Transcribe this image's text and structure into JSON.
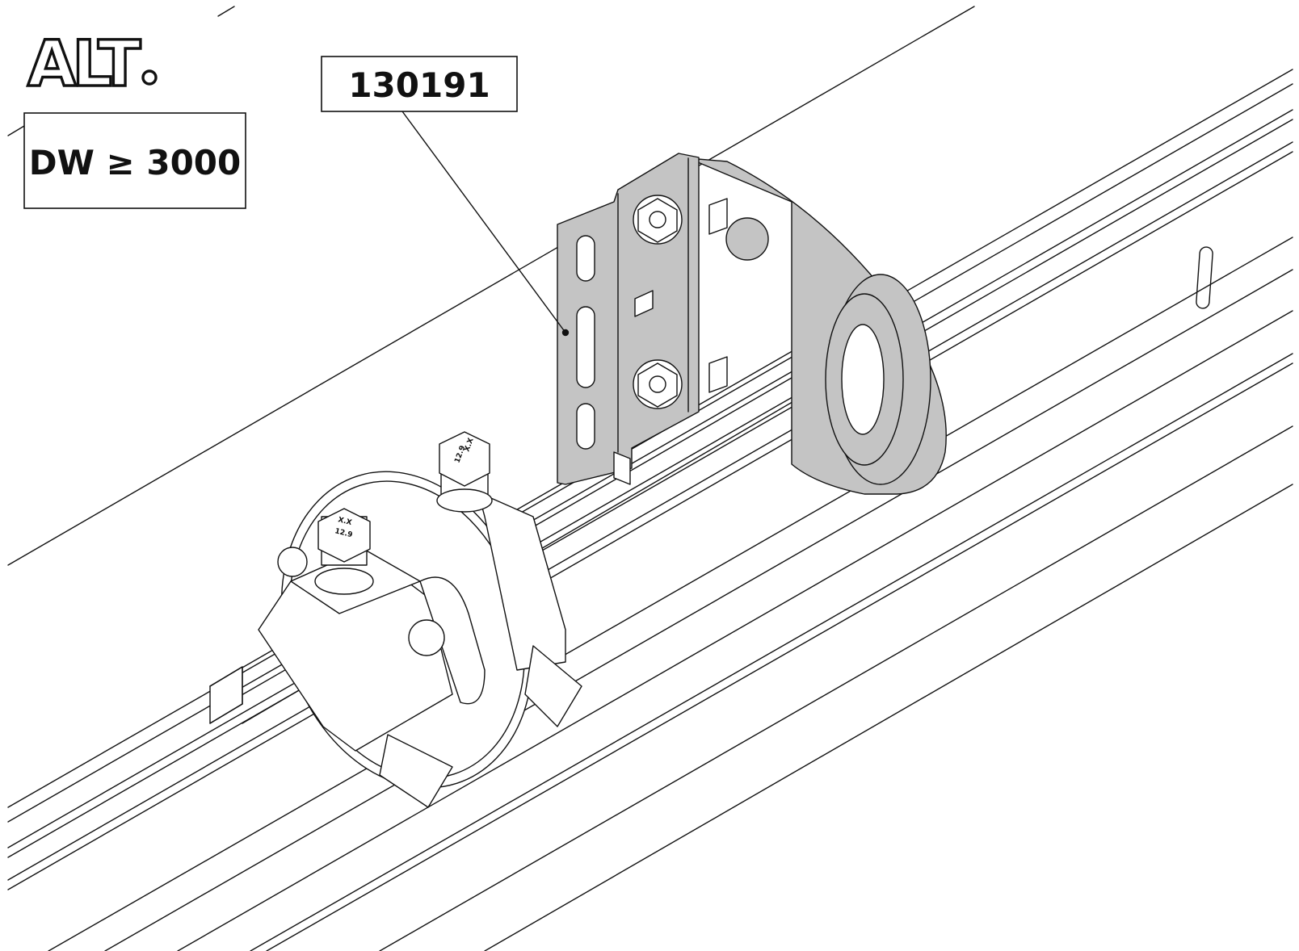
{
  "alt_label": "ALT",
  "part_number": "130191",
  "condition": "DW ≥ 3000",
  "bolt_markings": {
    "grade": "12.9",
    "maker": "X.X"
  },
  "colors": {
    "line": "#111111",
    "bracket_fill": "#c4c4c4",
    "background": "#ffffff"
  }
}
